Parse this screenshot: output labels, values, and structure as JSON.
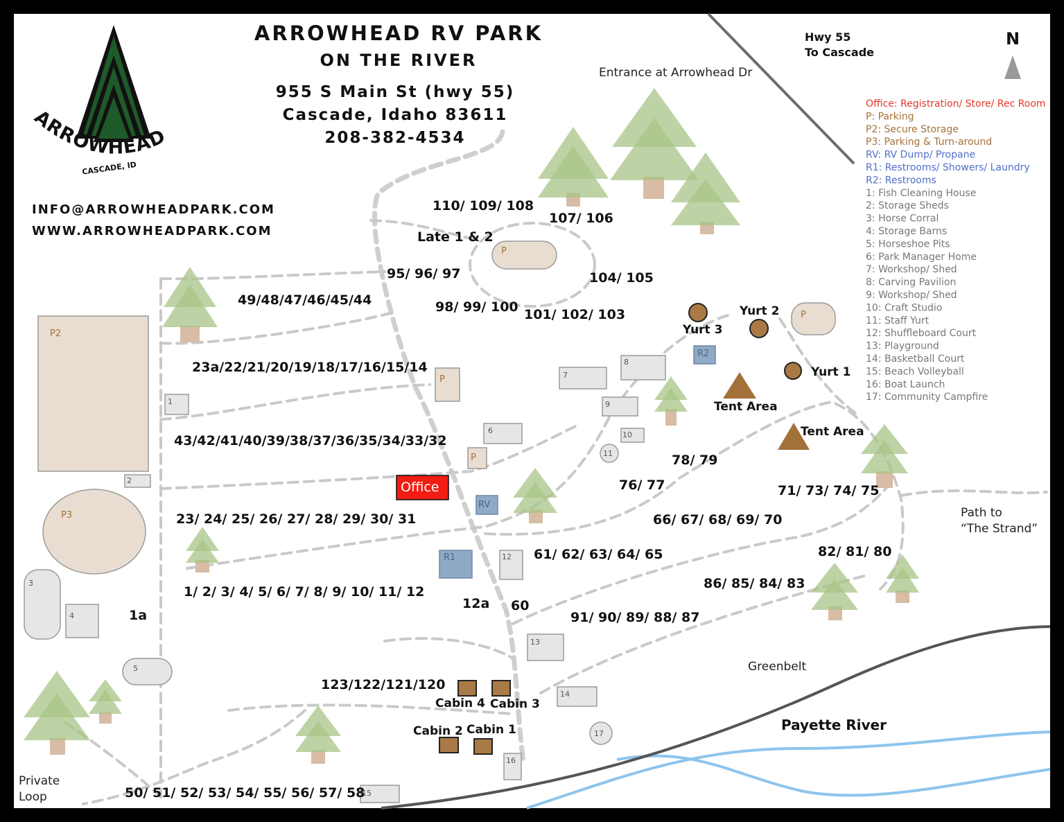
{
  "header": {
    "title_line1": "ARROWHEAD RV PARK",
    "title_line2": "ON THE RIVER",
    "address_line1": "955 S Main St (hwy 55)",
    "address_line2": "Cascade, Idaho 83611",
    "phone": "208-382-4534",
    "email": "INFO@ARROWHEADPARK.COM",
    "website": "WWW.ARROWHEADPARK.COM"
  },
  "logo": {
    "wordmark": "ARROWHEAD",
    "subtitle": "CASCADE, ID"
  },
  "compass": {
    "label": "N"
  },
  "road_labels": {
    "hwy_line1": "Hwy 55",
    "hwy_line2": "To Cascade",
    "entrance": "Entrance at Arrowhead Dr",
    "path_line1": "Path to",
    "path_line2": "“The Strand”",
    "greenbelt": "Greenbelt",
    "river": "Payette River",
    "private_line1": "Private",
    "private_line2": "Loop"
  },
  "legend": {
    "items": [
      {
        "text": "Office: Registration/ Store/ Rec Room",
        "color": "#e8352b"
      },
      {
        "text": "P: Parking",
        "color": "#a5713a"
      },
      {
        "text": "P2: Secure Storage",
        "color": "#a5713a"
      },
      {
        "text": "P3: Parking & Turn-around",
        "color": "#a5713a"
      },
      {
        "text": "RV: RV Dump/ Propane",
        "color": "#4f6fc8"
      },
      {
        "text": "R1: Restrooms/ Showers/ Laundry",
        "color": "#4f6fc8"
      },
      {
        "text": "R2: Restrooms",
        "color": "#4f6fc8"
      },
      {
        "text": "1: Fish Cleaning House",
        "color": "#777777"
      },
      {
        "text": "2: Storage Sheds",
        "color": "#777777"
      },
      {
        "text": "3: Horse Corral",
        "color": "#777777"
      },
      {
        "text": "4: Storage Barns",
        "color": "#777777"
      },
      {
        "text": "5: Horseshoe Pits",
        "color": "#777777"
      },
      {
        "text": "6: Park Manager Home",
        "color": "#777777"
      },
      {
        "text": "7: Workshop/ Shed",
        "color": "#777777"
      },
      {
        "text": "8: Carving Pavilion",
        "color": "#777777"
      },
      {
        "text": "9: Workshop/ Shed",
        "color": "#777777"
      },
      {
        "text": "10: Craft Studio",
        "color": "#777777"
      },
      {
        "text": "11: Staff Yurt",
        "color": "#777777"
      },
      {
        "text": "12: Shuffleboard Court",
        "color": "#777777"
      },
      {
        "text": "13: Playground",
        "color": "#777777"
      },
      {
        "text": "14: Basketball Court",
        "color": "#777777"
      },
      {
        "text": "15: Beach Volleyball",
        "color": "#777777"
      },
      {
        "text": "16: Boat Launch",
        "color": "#777777"
      },
      {
        "text": "17: Community Campfire",
        "color": "#777777"
      }
    ]
  },
  "facilities": {
    "office": "Office",
    "rv": "RV",
    "r1": "R1",
    "r2": "R2",
    "p": "P",
    "p2": "P2",
    "p3": "P3",
    "b1": "1",
    "b2": "2",
    "b3": "3",
    "b4": "4",
    "b5": "5",
    "b6": "6",
    "b7": "7",
    "b8": "8",
    "b9": "9",
    "b10": "10",
    "b11": "11",
    "b12": "12",
    "b13": "13",
    "b14": "14",
    "b15": "15",
    "b16": "16",
    "b17": "17"
  },
  "lodging": {
    "yurt1": "Yurt 1",
    "yurt2": "Yurt 2",
    "yurt3": "Yurt 3",
    "tent_area": "Tent Area",
    "cabin1": "Cabin 1",
    "cabin2": "Cabin 2",
    "cabin3": "Cabin 3",
    "cabin4": "Cabin 4"
  },
  "sites": {
    "s110": "110/ 109/ 108",
    "s107": "107/ 106",
    "late": "Late 1 & 2",
    "s95": "95/ 96/ 97",
    "s104": "104/ 105",
    "s49": "49/48/47/46/45/44",
    "s98": "98/ 99/ 100",
    "s101": "101/ 102/ 103",
    "s23a": "23a/22/21/20/19/18/17/16/15/14",
    "s43": "43/42/41/40/39/38/37/36/35/34/33/32",
    "s78": "78/ 79",
    "s76": "76/ 77",
    "s71": "71/ 73/ 74/ 75",
    "s23": "23/ 24/ 25/ 26/ 27/ 28/ 29/ 30/ 31",
    "s66": "66/ 67/ 68/ 69/ 70",
    "s61": "61/ 62/ 63/ 64/ 65",
    "s82": "82/ 81/ 80",
    "s86": "86/ 85/ 84/ 83",
    "s1": "1/ 2/ 3/ 4/ 5/ 6/ 7/ 8/ 9/ 10/ 11/ 12",
    "s12a": "12a",
    "s60": "60",
    "s1a": "1a",
    "s91": "91/ 90/ 89/ 88/ 87",
    "s123": "123/122/121/120",
    "s50": "50/ 51/ 52/ 53/ 54/ 55/ 56/ 57/ 58"
  }
}
